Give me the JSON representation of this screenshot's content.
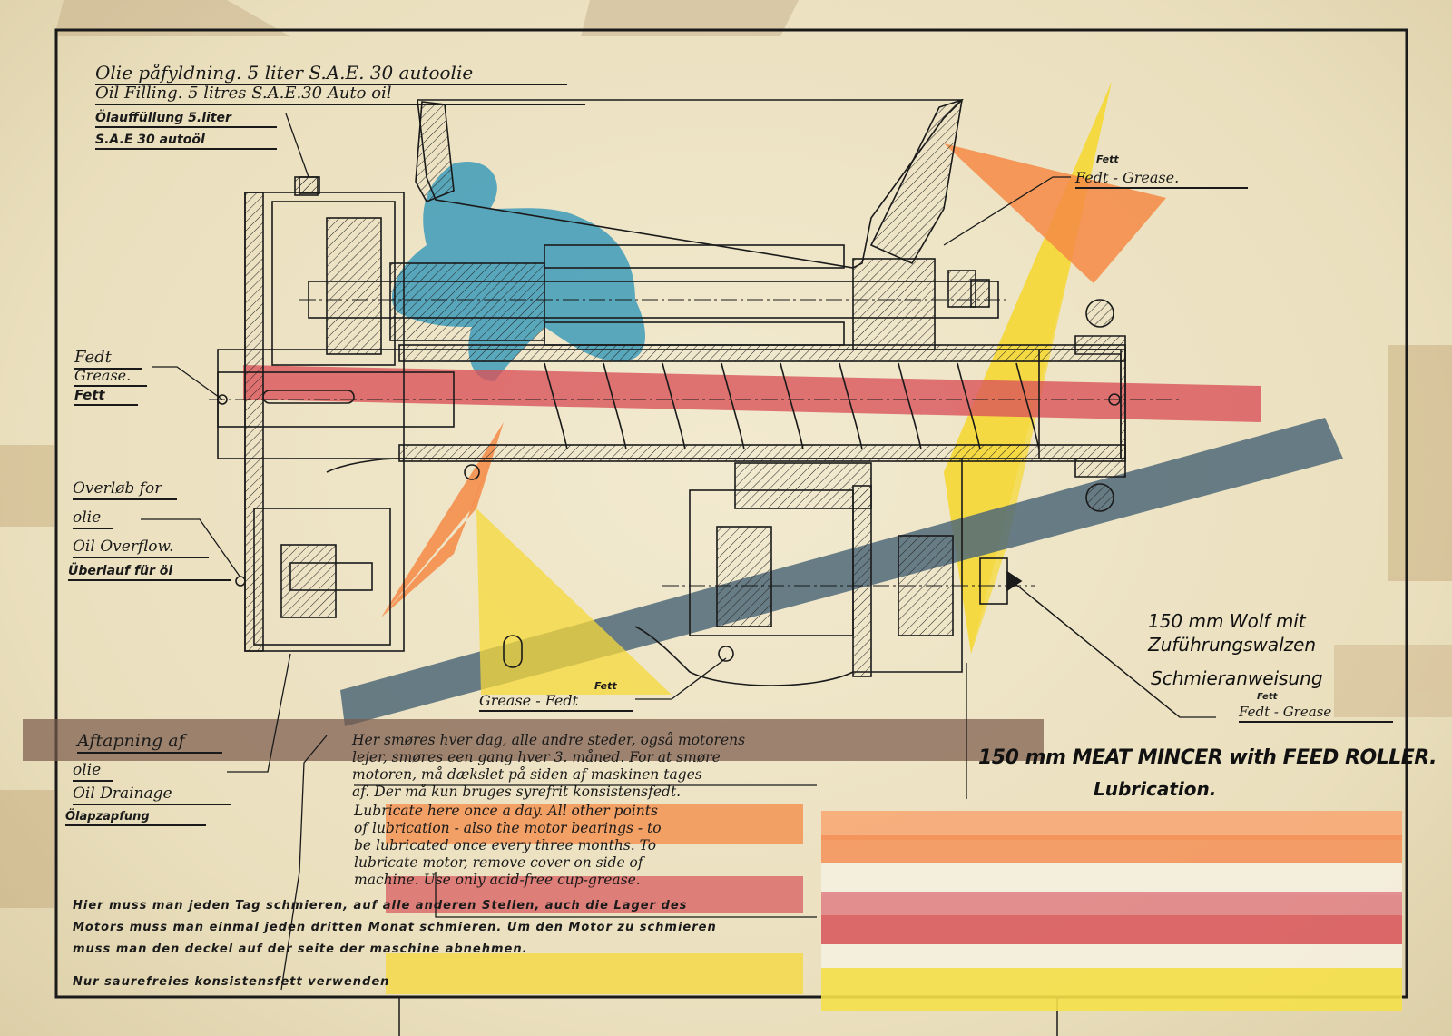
{
  "drawing": {
    "title_en": "150 mm MEAT MINCER with FEED ROLLER.",
    "subtitle_en": "Lubrication.",
    "title_de_line1": "150 mm Wolf mit",
    "title_de_line2": "Zuführungswalzen",
    "subtitle_de": "Schmieranweisung"
  },
  "oil_filling": {
    "da": "Olie påfyldning. 5 liter  S.A.E. 30  autoolie",
    "en": "Oil Filling. 5 litres S.A.E.30  Auto oil",
    "de_line1": "Ölauffüllung 5.liter",
    "de_line2": "S.A.E 30 autoöl"
  },
  "grease_left": {
    "da": "Fedt",
    "en": "Grease.",
    "de": "Fett"
  },
  "grease_top_right": {
    "de": "Fett",
    "label": "Fedt - Grease."
  },
  "grease_bottom_center": {
    "de": "Fett",
    "label": "Grease - Fedt"
  },
  "grease_bottom_right": {
    "de": "Fett",
    "label": "Fedt - Grease"
  },
  "overflow": {
    "da_line1": "Overløb for",
    "da_line2": "olie",
    "en": "Oil Overflow.",
    "de": "Überlauf für öl"
  },
  "drainage": {
    "da_line1": "Aftapning af",
    "da_line2": "olie",
    "en": "Oil Drainage",
    "de": "Ölapzapfung"
  },
  "instructions_da": [
    "Her smøres hver dag, alle andre steder, også motorens",
    "lejer, smøres een gang hver 3. måned. For at smøre",
    "motoren, må dækslet på siden af maskinen tages",
    "af. Der må kun bruges syrefrit konsistensfedt."
  ],
  "instructions_en": [
    "Lubricate here once a day. All other points",
    "of lubrication  - also the motor bearings - to",
    "be lubricated once every three months. To",
    "lubricate motor, remove cover on side of",
    "machine. Use only acid-free cup-grease."
  ],
  "instructions_de": [
    "Hier muss man jeden Tag schmieren, auf alle anderen Stellen, auch die Lager des",
    "Motors muss man einmal jeden dritten Monat schmieren. Um den Motor zu schmieren",
    "muss man den deckel auf der seite der maschine abnehmen."
  ],
  "note_de": "Nur saurefreies konsistensfett verwenden",
  "colors": {
    "paper": "#efe6c8",
    "ink": "#1a1a1a",
    "blue_blob": "#3d9bb8",
    "red_band": "#d9545a",
    "slate_band": "#4f6878",
    "yellow": "#f5d83a",
    "orange": "#f48a45",
    "brown_band": "#7a5a4a"
  }
}
